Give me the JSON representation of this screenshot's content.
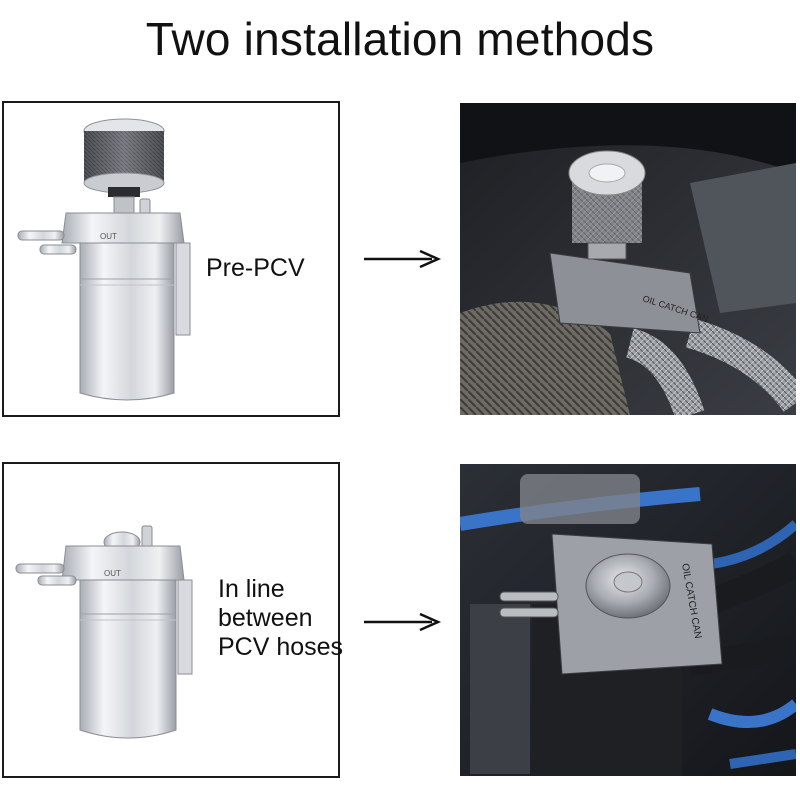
{
  "title": "Two installation methods",
  "methods": [
    {
      "caption_lines": [
        "Pre-PCV"
      ],
      "product_label": "OUT",
      "photo_label": "OIL CATCH CAN"
    },
    {
      "caption_lines": [
        "In line",
        "between",
        "PCV hoses"
      ],
      "product_label": "OUT",
      "photo_label": "OIL CATCH CAN"
    }
  ],
  "icons": {
    "arrow": "arrow-right-icon"
  },
  "colors": {
    "text": "#111111",
    "border": "#1a1a1a",
    "aluminum": "#d9dbe0",
    "engine_dark": "#2a2d33",
    "hose_blue": "#3a74c8"
  }
}
